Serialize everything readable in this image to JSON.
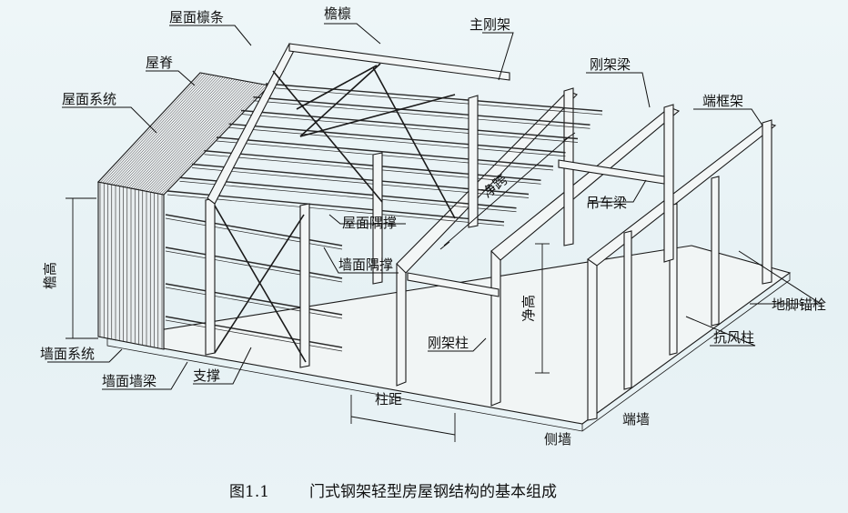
{
  "labels": {
    "roof_purlin": "屋面檩条",
    "eave_purlin": "檐檩",
    "ridge": "屋脊",
    "main_frame": "主刚架",
    "roof_system": "屋面系统",
    "frame_beam": "刚架梁",
    "end_frame": "端框架",
    "clear_span": "净跨",
    "roof_bracing": "屋面隅撑",
    "crane_beam": "吊车梁",
    "wall_bracing": "墙面隅撑",
    "eave_height": "檐高",
    "clear_height": "净高",
    "anchor_bolt": "地脚锚栓",
    "frame_column": "刚架柱",
    "wind_column": "抗风柱",
    "wall_system": "墙面系统",
    "bracing": "支撑",
    "wall_girt": "墙面墙梁",
    "bay_spacing": "柱距",
    "end_wall": "端墙",
    "side_wall": "侧墙"
  },
  "caption": {
    "number": "图1.1",
    "title": "门式钢架轻型房屋钢结构的基本组成"
  }
}
